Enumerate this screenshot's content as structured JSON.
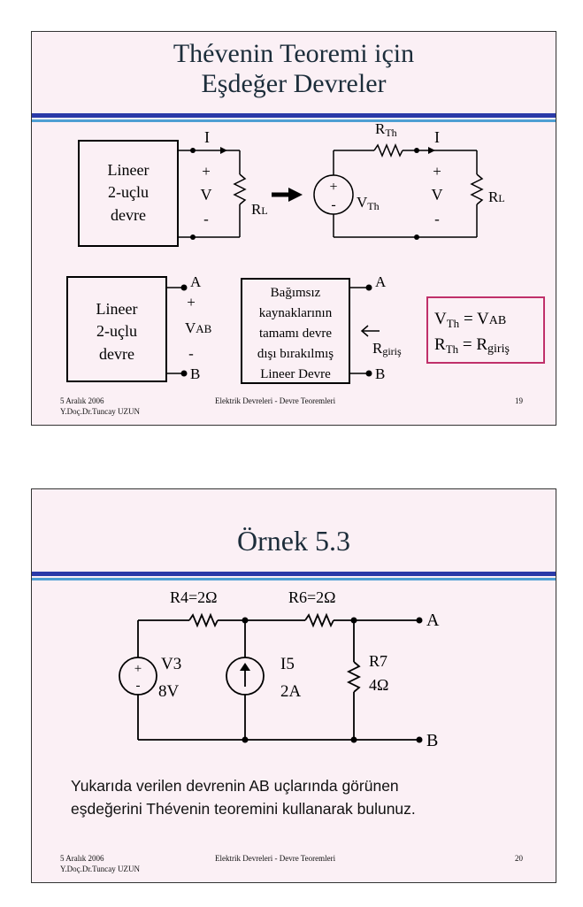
{
  "slide1": {
    "title_line1": "Thévenin Teoremi için",
    "title_line2": "Eşdeğer Devreler",
    "box1": [
      "Lineer",
      "2-uçlu",
      "devre"
    ],
    "current_label": "I",
    "plus": "+",
    "minus": "-",
    "voltage_label": "V",
    "load_resistor": "R",
    "load_resistor_sub": "L",
    "rth": "R",
    "rth_sub": "Th",
    "vth": "V",
    "vth_sub": "Th",
    "box2": [
      "Lineer",
      "2-uçlu",
      "devre"
    ],
    "terminal_a": "A",
    "terminal_b": "B",
    "vab": "V",
    "vab_sub": "AB",
    "box3": [
      "Bağımsız",
      "kaynaklarının",
      "tamamı devre",
      "dışı bırakılmış",
      "Lineer Devre"
    ],
    "rgiris": "R",
    "rgiris_sub": "giriş",
    "eq_line1": [
      "V",
      "Th",
      " = V",
      "AB"
    ],
    "eq_line2": [
      "R",
      "Th",
      " = R",
      "giriş"
    ],
    "footer_date": "5 Aralık 2006",
    "footer_author": "Y.Doç.Dr.Tuncay UZUN",
    "footer_center": "Elektrik Devreleri - Devre Teoremleri",
    "page_number": "19",
    "colors": {
      "title": "#1c2d3a",
      "rule_dark": "#2a3aa8",
      "rule_light": "#4e9fd3",
      "eq_border": "#c0306a"
    }
  },
  "slide2": {
    "title": "Örnek 5.3",
    "r4": "R4=2Ω",
    "r6": "R6=2Ω",
    "v3_name": "V3",
    "v3_value": "8V",
    "i5_name": "I5",
    "i5_value": "2A",
    "r7_name": "R7",
    "r7_value": "4Ω",
    "terminal_a": "A",
    "terminal_b": "B",
    "text_line1": "Yukarıda verilen devrenin AB uçlarında görünen",
    "text_line2": "eşdeğerini Thévenin teoremini kullanarak bulunuz.",
    "footer_date": "5 Aralık 2006",
    "footer_author": "Y.Doç.Dr.Tuncay UZUN",
    "footer_center": "Elektrik Devreleri - Devre Teoremleri",
    "page_number": "20"
  }
}
